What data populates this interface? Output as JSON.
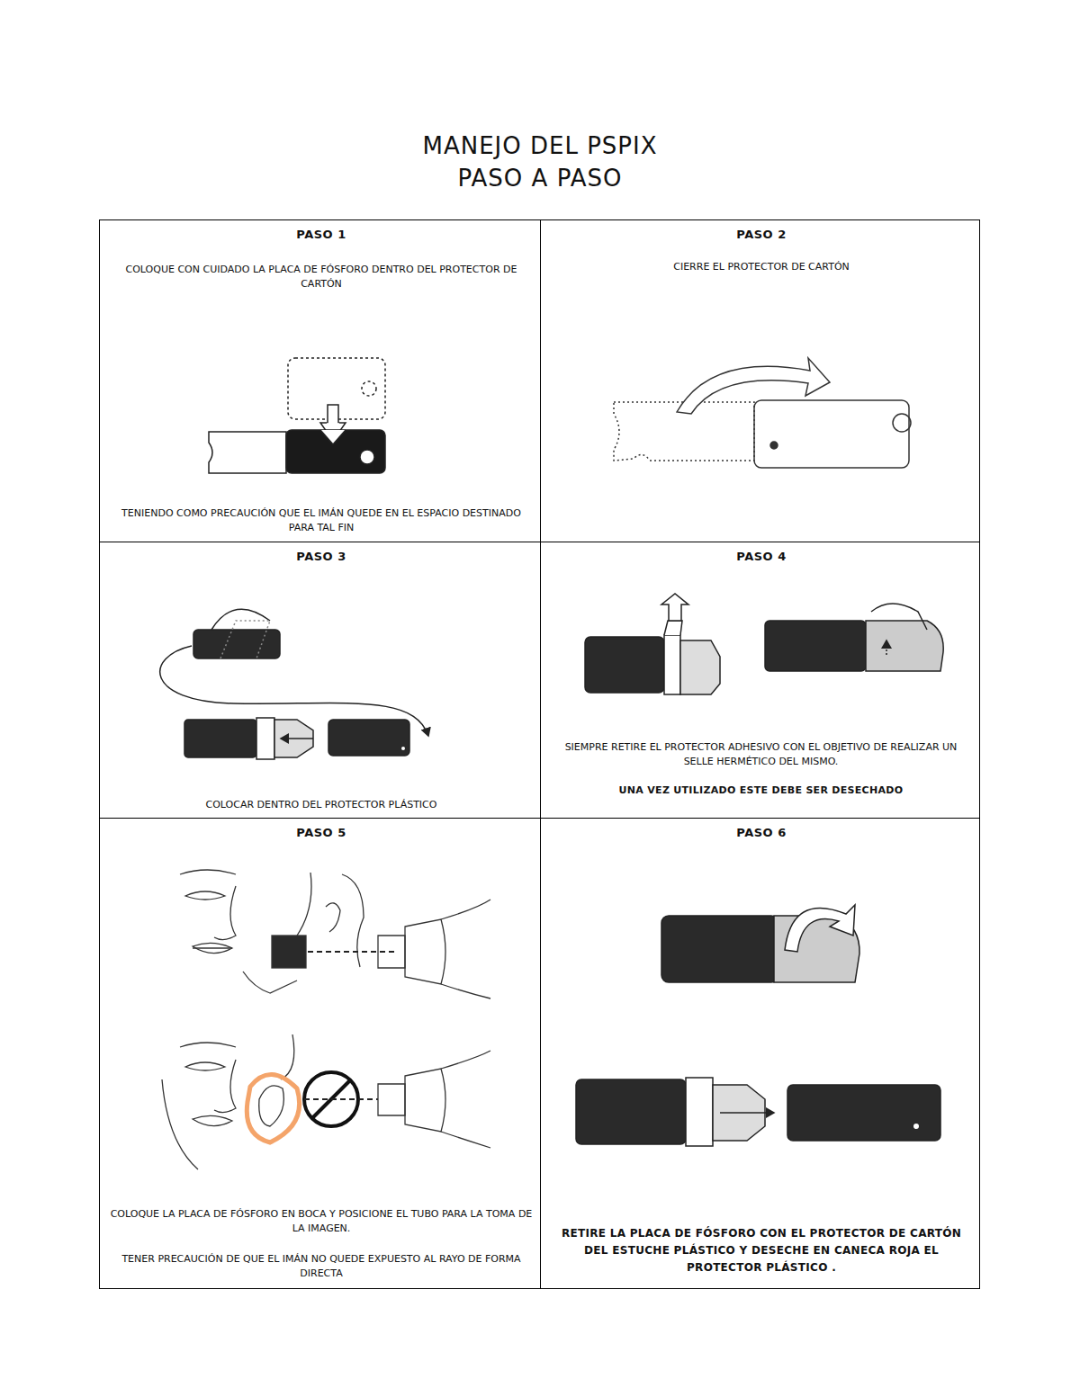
{
  "diagram": {
    "title": "MANEJO DEL PSPIX PASO A PASO",
    "nodes": [
      {
        "text": [
          "PASO 1",
          "COLOQUE CON CUIDADO LA PLACA DE FÓSFORO DENTRO DEL PROTECTOR DE CARTÓN",
          "TENIENDO COMO PRECAUCIÓN QUE EL IMÁN QUEDE EN EL ESPACIO DESTINADO PARA TAL FIN"
        ]
      },
      {
        "text": [
          "PASO 2",
          "CIERRE EL PROTECTOR DE CARTÓN"
        ]
      },
      {
        "text": [
          "PASO 3",
          "COLOCAR DENTRO DEL PROTECTOR PLÁSTICO"
        ]
      },
      {
        "text": [
          "PASO 4",
          "SIEMPRE RETIRE EL PROTECTOR ADHESIVO CON EL OBJETIVO DE REALIZAR UN SELLE HERMÉTICO DEL MISMO.",
          "UNA VEZ UTILIZADO ESTE DEBE SER DESECHADO"
        ]
      },
      {
        "text": [
          "PASO 5",
          "COLOQUE LA PLACA DE FÓSFORO EN BOCA Y POSICIONE EL TUBO PARA LA TOMA DE LA IMAGEN.",
          "TENER PRECAUCIÓN DE QUE EL IMÁN NO QUEDE EXPUESTO AL RAYO DE FORMA DIRECTA"
        ]
      },
      {
        "text": [
          "PASO 6",
          "RETIRE LA PLACA DE FÓSFORO CON EL PROTECTOR DE CARTÓN DEL ESTUCHE PLÁSTICO Y DESECHE EN CANECA ROJA EL PROTECTOR PLÁSTICO ."
        ]
      }
    ]
  }
}
